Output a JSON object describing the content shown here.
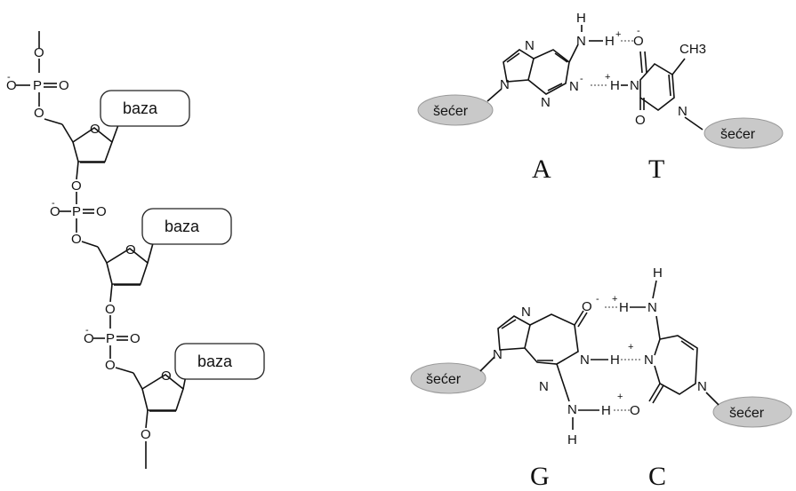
{
  "backbone": {
    "base_labels": [
      "baza",
      "baza",
      "baza"
    ],
    "atoms": {
      "O": "O",
      "P": "P",
      "minus": "-"
    }
  },
  "pair_at": {
    "left_letter": "A",
    "right_letter": "T",
    "sugar_left": "šećer",
    "sugar_right": "šećer",
    "methyl": "CH3",
    "atoms": {
      "N": "N",
      "H": "H",
      "O": "O",
      "plus": "+",
      "minus": "-"
    }
  },
  "pair_gc": {
    "left_letter": "G",
    "right_letter": "C",
    "sugar_left": "šećer",
    "sugar_right": "šećer",
    "atoms": {
      "N": "N",
      "H": "H",
      "O": "O",
      "plus": "+",
      "minus": "-"
    }
  }
}
